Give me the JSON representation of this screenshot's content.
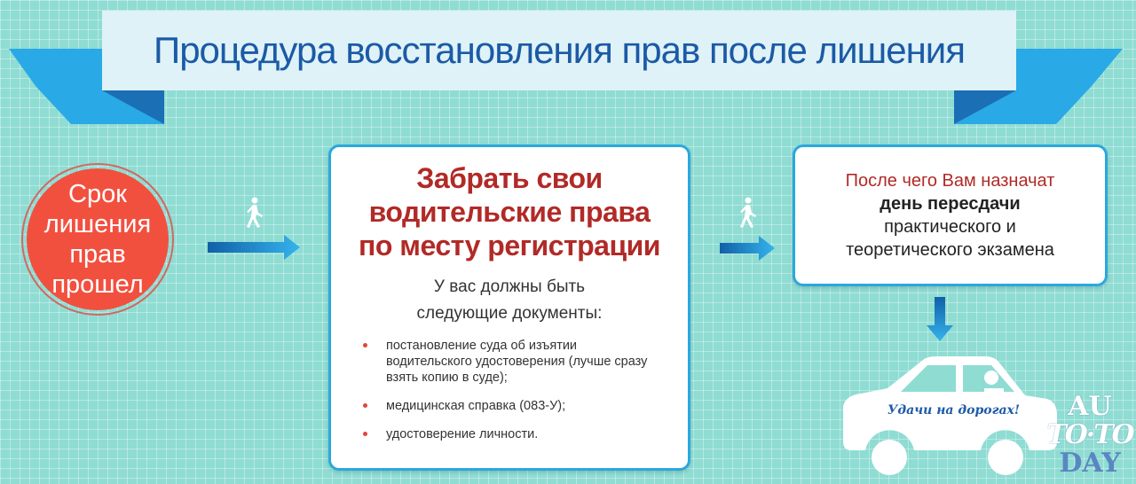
{
  "title": "Процедура восстановления прав после лишения",
  "step1": {
    "lines": [
      "Срок",
      "лишения",
      "прав",
      "прошел"
    ]
  },
  "step2": {
    "title_lines": [
      "Забрать свои",
      "водительские права",
      "по месту регистрации"
    ],
    "subtitle_lines": [
      "У вас должны быть",
      "следующие документы:"
    ],
    "documents": [
      "постановление суда об изъятии водительского удостоверения (лучше сразу взять копию в суде);",
      "медицинская справка (083-У);",
      "удостоверение личности."
    ]
  },
  "step3": {
    "lines": [
      "После чего Вам назначат",
      "день пересдачи",
      "практического и",
      "теоретического экзамена"
    ]
  },
  "car": {
    "caption": "Удачи на дорогах!"
  },
  "logo": {
    "lines": [
      "AU",
      "TO·TO",
      "DAY"
    ]
  },
  "colors": {
    "background": "#8fdcd3",
    "title": "#1b5aa6",
    "accent_red": "#b12a27",
    "circle": "#f2503f",
    "border": "#2aa8df"
  },
  "icons": [
    "walking-person-icon",
    "arrow-right-icon",
    "arrow-down-icon",
    "car-icon"
  ]
}
